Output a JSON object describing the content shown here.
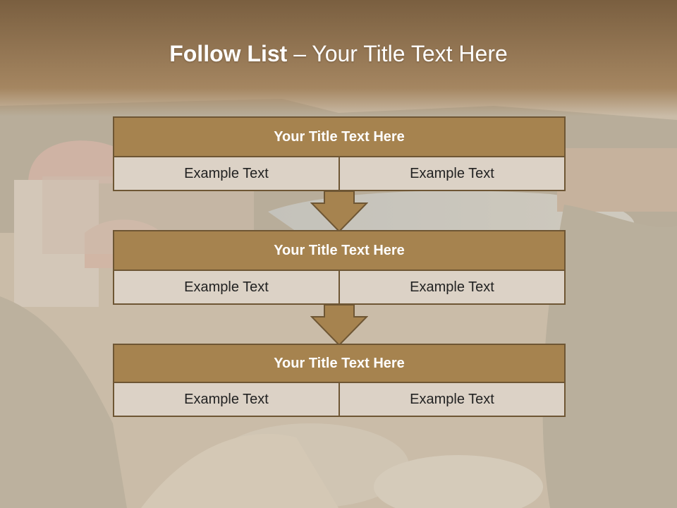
{
  "slide": {
    "title_bold": "Follow List",
    "title_rest": " – Your Title Text Here"
  },
  "steps": [
    {
      "title": "Your Title Text Here",
      "left": "Example Text",
      "right": "Example Text"
    },
    {
      "title": "Your Title Text Here",
      "left": "Example Text",
      "right": "Example Text"
    },
    {
      "title": "Your Title Text Here",
      "left": "Example Text",
      "right": "Example Text"
    }
  ],
  "colors": {
    "header_fill": "#a6834f",
    "border": "#6e5634",
    "cell_fill": "#dcd2c6",
    "top_band": "#7a5f40"
  }
}
